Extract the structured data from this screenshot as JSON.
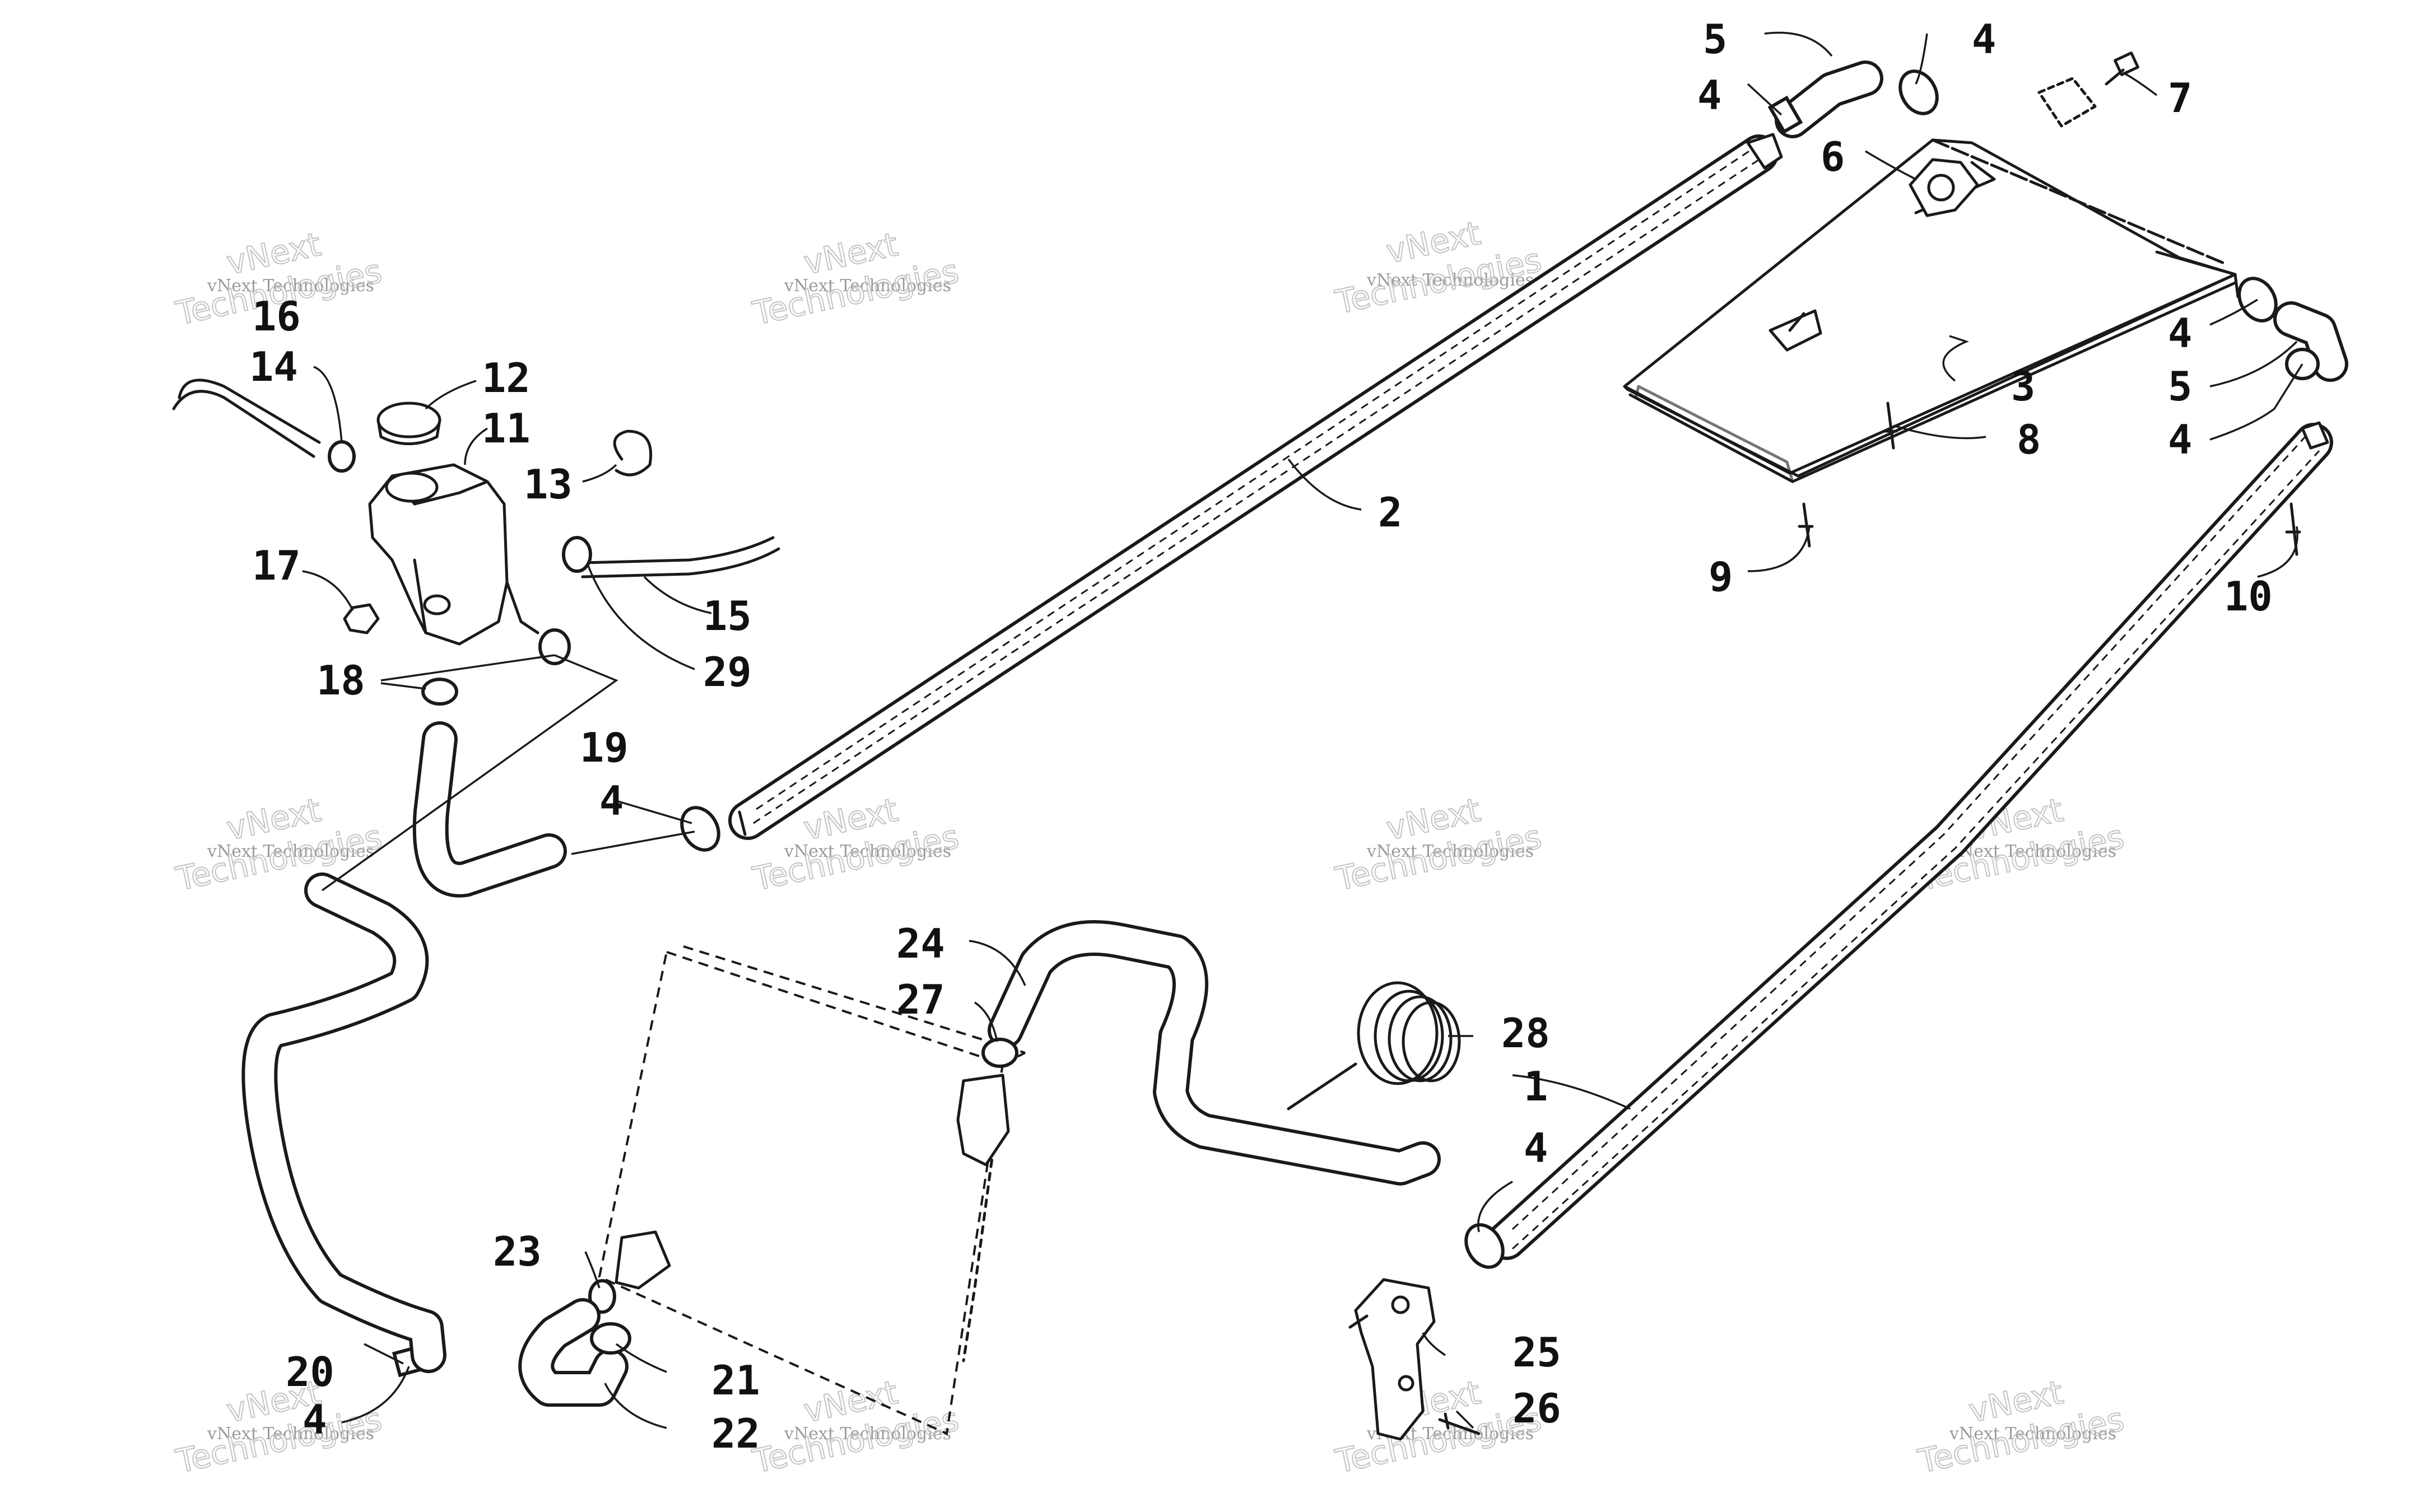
{
  "diagram": {
    "callouts": {
      "c1": "1",
      "c2": "2",
      "c3": "3",
      "c4a": "4",
      "c4b": "4",
      "c4c": "4",
      "c4d": "4",
      "c4e": "4",
      "c4f": "4",
      "c4g": "4",
      "c5a": "5",
      "c5b": "5",
      "c6": "6",
      "c7": "7",
      "c8": "8",
      "c9": "9",
      "c10": "10",
      "c11": "11",
      "c12": "12",
      "c13": "13",
      "c14": "14",
      "c15": "15",
      "c16": "16",
      "c17": "17",
      "c18": "18",
      "c19": "19",
      "c20": "20",
      "c21": "21",
      "c22": "22",
      "c23": "23",
      "c24": "24",
      "c25": "25",
      "c26": "26",
      "c27": "27",
      "c28": "28",
      "c29": "29"
    },
    "watermark": {
      "line1": "vNext Technologies",
      "line2": "vNext",
      "line3": "Technologies"
    }
  }
}
